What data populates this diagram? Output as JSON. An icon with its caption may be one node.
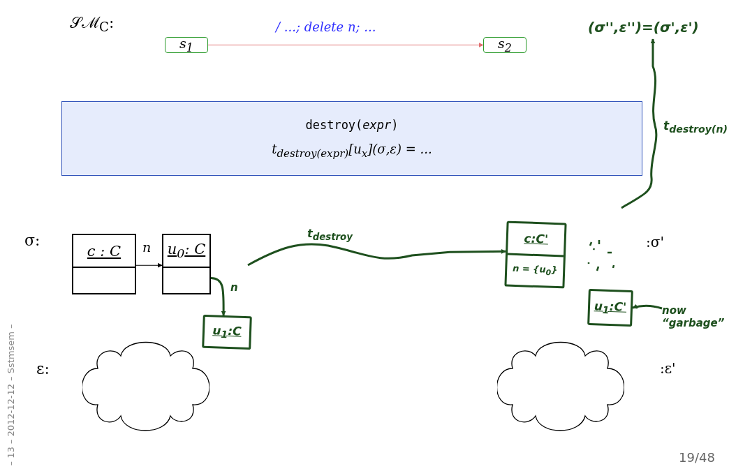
{
  "diagram": {
    "nodes": [
      {
        "text": [
          "s$_{1}$"
        ]
      },
      {
        "text": [
          "s$_{2}$"
        ]
      },
      {
        "text": [
          "destroy(*expr*)",
          "t$_{destroy(expr)}$[u$_{x}$](σ,ε) = ..."
        ]
      },
      {
        "text": [
          "c : C"
        ]
      },
      {
        "text": [
          "u$_{0}$: C"
        ]
      },
      {
        "text": [
          "u$_{1}$:C"
        ]
      },
      {
        "text": [
          "c:C'",
          "n = {u$_{0}$}"
        ]
      },
      {
        "text": [
          "u$_{1}$:C'"
        ]
      },
      {
        "text": [],
        "shape": "cloud"
      },
      {
        "text": [],
        "shape": "cloud"
      },
      {
        "text": [
          "(σ'',ε'')=(σ',ε')"
        ]
      },
      {
        "text": [
          "now “garbage”"
        ]
      }
    ],
    "edges": [
      {
        "from": 0,
        "to": 1,
        "arrow": "to",
        "label": "/ ...; delete n; ...",
        "color": "#e07070"
      },
      {
        "from": 3,
        "to": 4,
        "arrow": "to",
        "label": "n"
      },
      {
        "from": 4,
        "to": 5,
        "arrow": "to",
        "label": "n",
        "color": "#1e501e"
      },
      {
        "from": null,
        "to": 6,
        "arrow": "to",
        "label": "t$_{destroy}$",
        "color": "#1e501e"
      },
      {
        "from": null,
        "to": 10,
        "arrow": "to",
        "label": "t$_{destroy(n)}$",
        "color": "#1e501e"
      },
      {
        "from": 11,
        "to": 7,
        "arrow": "to",
        "color": "#1e501e"
      }
    ],
    "labels": [
      "𝒮ℳ$_{C}$:",
      "σ:",
      ":σ'",
      "ε:",
      ":ε'",
      "– 13 – 2012-12-12 – Sstmsem –",
      "19/48"
    ]
  }
}
